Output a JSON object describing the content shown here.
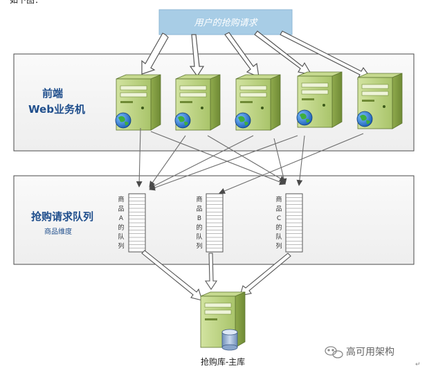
{
  "top_clipped_text": "如下图：",
  "request_box": {
    "label": "用户的抢购请求"
  },
  "web_panel": {
    "title_line1": "前端",
    "title_line2": "Web业务机",
    "server_count": 5
  },
  "queue_panel": {
    "title": "抢购请求队列",
    "subtitle": "商品维度",
    "queues": [
      {
        "chars": [
          "商",
          "品",
          "A",
          "的",
          "队",
          "列"
        ]
      },
      {
        "chars": [
          "商",
          "品",
          "B",
          "的",
          "队",
          "列"
        ]
      },
      {
        "chars": [
          "商",
          "品",
          "C",
          "的",
          "队",
          "列"
        ]
      }
    ]
  },
  "database": {
    "label": "抢购库-主库"
  },
  "watermark": {
    "text": "高可用架构"
  },
  "colors": {
    "request_box": "#a8cde6",
    "panel_fill": "#f4f4f4",
    "panel_border": "#4a4a4a",
    "title_blue": "#1f4e8c",
    "server_green": "#b7cf7c"
  }
}
